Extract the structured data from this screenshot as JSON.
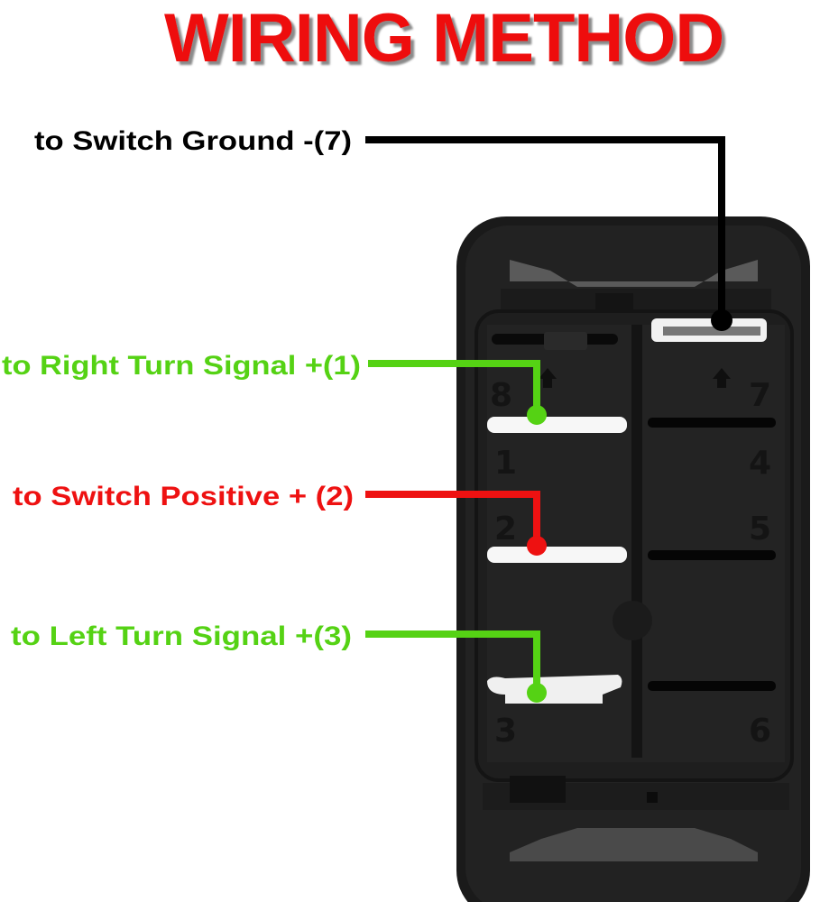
{
  "title": "WIRING METHOD",
  "labels": {
    "ground": "to Switch Ground -(7)",
    "right_turn": "to Right Turn Signal +(1)",
    "positive": "to Switch Positive + (2)",
    "left_turn": "to Left Turn Signal +(3)"
  },
  "pins": {
    "p8": "8",
    "p1": "1",
    "p2": "2",
    "p3": "3",
    "p7": "7",
    "p4": "4",
    "p5": "5",
    "p6": "6"
  },
  "colors": {
    "title": "#ee1111",
    "ground": "#000000",
    "turn": "#55d214",
    "positive": "#ee1111",
    "switch_body": "#1c1c1c"
  }
}
